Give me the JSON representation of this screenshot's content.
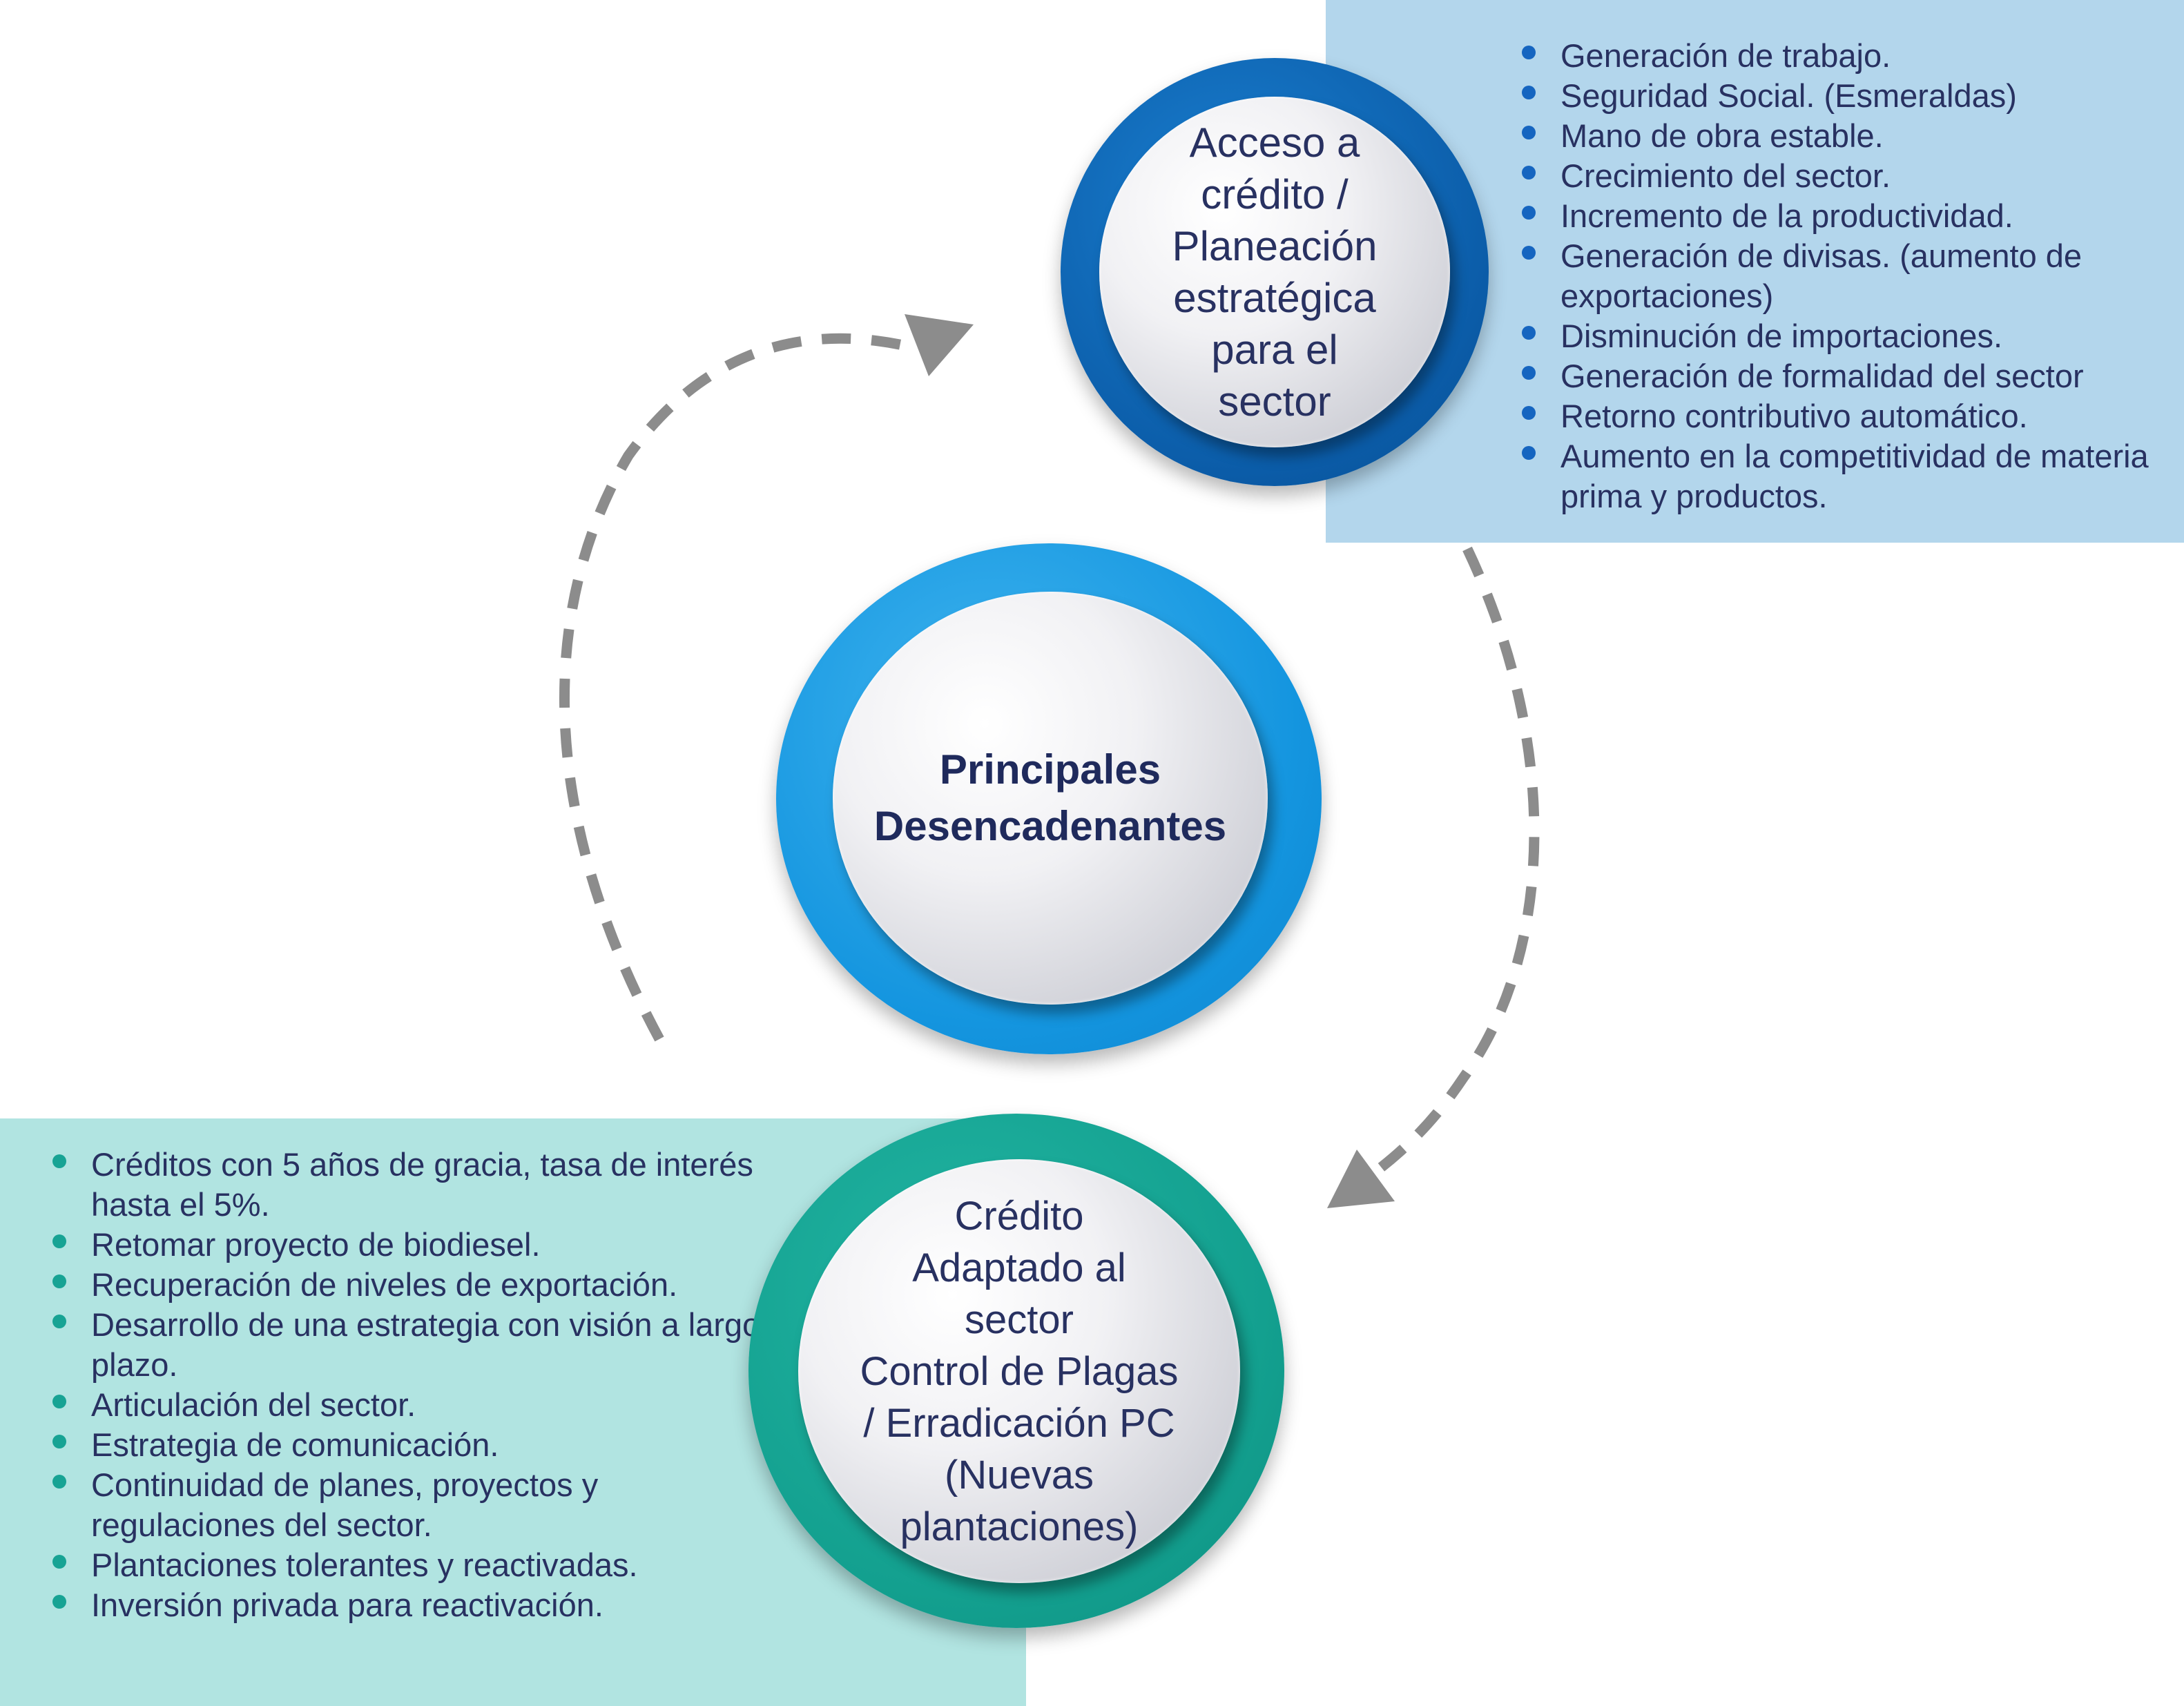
{
  "top_circle": {
    "text": "Acceso a\ncrédito /\nPlaneación\nestratégica\npara el\nsector",
    "color": "#0b5ca8"
  },
  "center_circle": {
    "text": "Principales\nDesencadenantes",
    "color": "#1495df"
  },
  "bottom_circle": {
    "text": "Crédito\nAdaptado al\nsector\nControl de Plagas\n/ Erradicación PC\n(Nuevas\nplantaciones)",
    "color": "#13a08f"
  },
  "top_panel": {
    "color": "#b3d6ec",
    "bullet_color": "#1565c0",
    "items": [
      "Generación de trabajo.",
      "Seguridad Social. (Esmeraldas)",
      "Mano de obra estable.",
      "Crecimiento del sector.",
      "Incremento de la productividad.",
      "Generación de divisas. (aumento de exportaciones)",
      "Disminución de importaciones.",
      "Generación de formalidad del sector",
      "Retorno contributivo automático.",
      "Aumento en la competitividad de materia prima y productos."
    ]
  },
  "bottom_panel": {
    "color": "#b1e4e1",
    "bullet_color": "#17a394",
    "items": [
      "Créditos con  5 años de gracia, tasa de interés hasta el 5%.",
      "Retomar proyecto de biodiesel.",
      "Recuperación de niveles de exportación.",
      "Desarrollo de una estrategia con visión a largo plazo.",
      "Articulación del sector.",
      "Estrategia de comunicación.",
      "Continuidad de planes, proyectos y regulaciones del sector.",
      "Plantaciones tolerantes y reactivadas.",
      "Inversión privada para reactivación."
    ]
  },
  "arrow_color": "#8c8c8c"
}
